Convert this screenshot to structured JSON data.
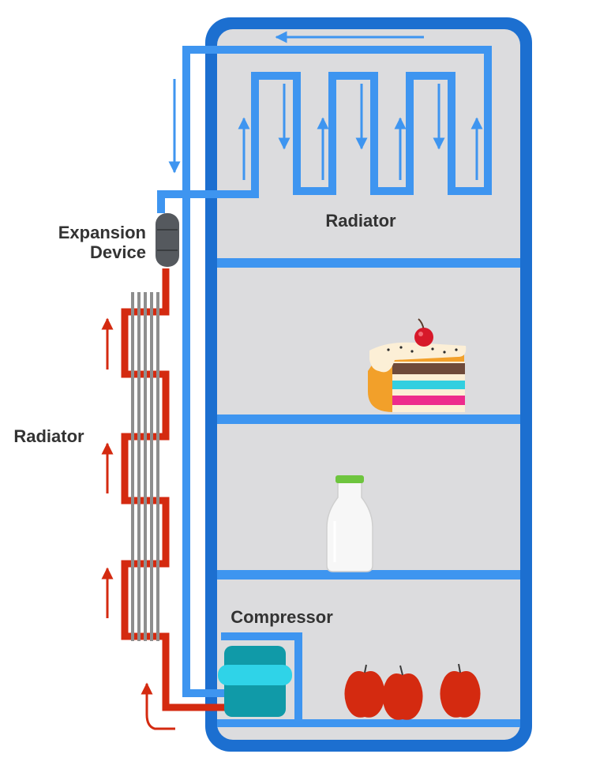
{
  "labels": {
    "radiator_top": "Radiator",
    "expansion_line1": "Expansion",
    "expansion_line2": "Device",
    "radiator_left": "Radiator",
    "compressor": "Compressor"
  },
  "colors": {
    "fridge_frame": "#1C6FD0",
    "fridge_interior": "#DCDCDE",
    "cold_pipe": "#3E95F0",
    "hot_pipe": "#D42A10",
    "fins": "#8E8E8E",
    "expansion_device": "#55595E",
    "compressor_body": "#109AA8",
    "compressor_band": "#2FD3E8",
    "text": "#333333"
  },
  "icons": [
    "cake-icon",
    "milk-bottle-icon",
    "apple-icon",
    "flow-arrow-icon"
  ]
}
